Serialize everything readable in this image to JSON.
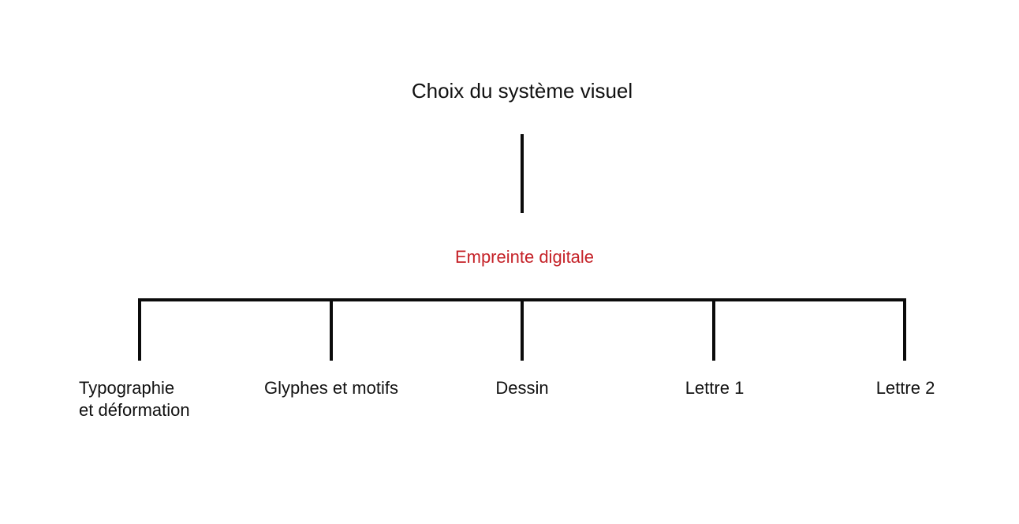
{
  "diagram": {
    "title": "Choix du système visuel",
    "root": {
      "label": "Empreinte digitale"
    },
    "children": [
      {
        "label": "Typographie\net déformation"
      },
      {
        "label": "Glyphes et motifs"
      },
      {
        "label": "Dessin"
      },
      {
        "label": "Lettre 1"
      },
      {
        "label": "Lettre 2"
      }
    ],
    "colors": {
      "background": "#ffffff",
      "line": "#0b0b0b",
      "text": "#111111",
      "accent_red": "#c52228"
    }
  }
}
